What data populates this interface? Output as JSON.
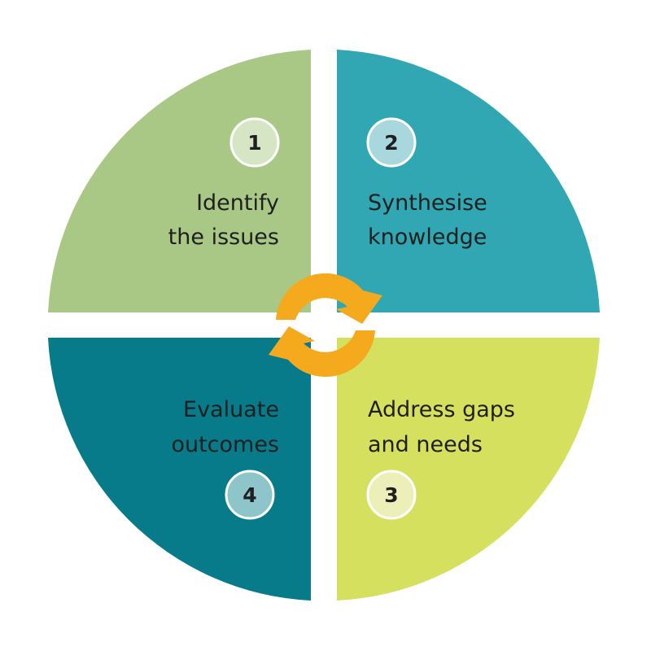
{
  "cycle_diagram": {
    "steps": [
      {
        "number": "1",
        "line1": "Identify",
        "line2": "the issues",
        "color": "#a9c886",
        "badge_color": "#d6e6c4"
      },
      {
        "number": "2",
        "line1": "Synthesise",
        "line2": "knowledge",
        "color": "#30a7b2",
        "badge_color": "#a8d8de"
      },
      {
        "number": "3",
        "line1": "Address gaps",
        "line2": "and needs",
        "color": "#d6e05f",
        "badge_color": "#ecf0b8"
      },
      {
        "number": "4",
        "line1": "Evaluate",
        "line2": "outcomes",
        "color": "#087b8a",
        "badge_color": "#8ec5cb"
      }
    ],
    "cycle_icon": {
      "name": "cycle-arrows-icon",
      "color": "#f5a91d"
    }
  }
}
